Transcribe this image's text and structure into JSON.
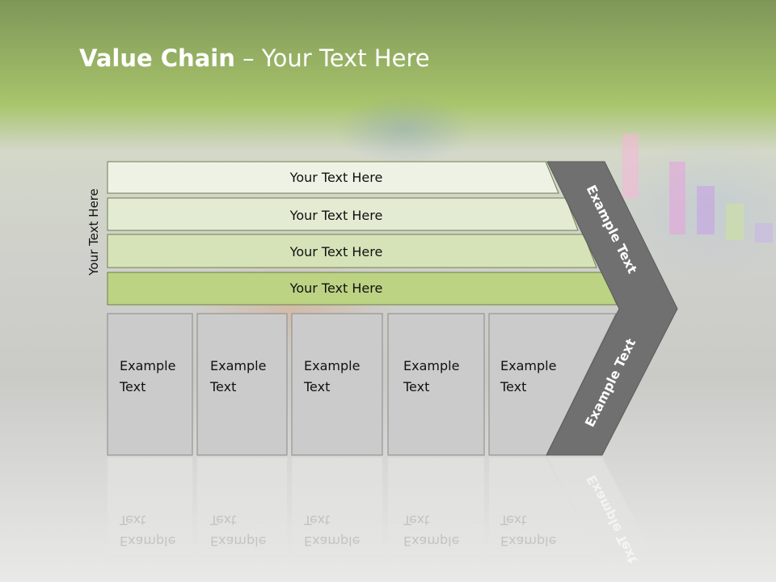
{
  "title": {
    "bold": "Value Chain",
    "rest": " – Your Text Here"
  },
  "side_label": "Your Text Here",
  "rows": [
    {
      "label": "Your Text Here",
      "fill": "#eef2e4"
    },
    {
      "label": "Your Text Here",
      "fill": "#e4ebd3"
    },
    {
      "label": "Your Text Here",
      "fill": "#d6e3b8"
    },
    {
      "label": "Your Text Here",
      "fill": "#bcd383"
    }
  ],
  "columns": [
    {
      "line1": "Example",
      "line2": "Text"
    },
    {
      "line1": "Example",
      "line2": "Text"
    },
    {
      "line1": "Example",
      "line2": "Text"
    },
    {
      "line1": "Example",
      "line2": "Text"
    },
    {
      "line1": "Example",
      "line2": "Text"
    }
  ],
  "chevron": {
    "top_label": "Example Text",
    "bottom_label": "Example Text",
    "fill": "#707070"
  },
  "colors": {
    "box_fill": "#cbcbcb",
    "box_border": "#8a8a8a",
    "row_border": "#6d7f4a"
  }
}
